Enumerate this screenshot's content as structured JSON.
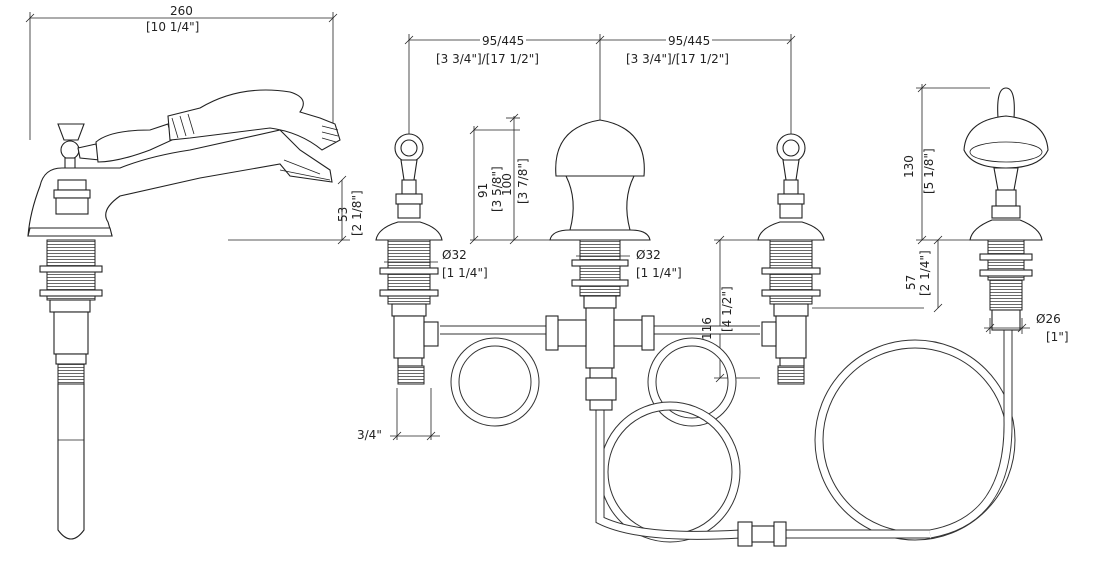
{
  "dimensions": {
    "overall_length": {
      "mm": "260",
      "inch": "[10 1/4\"]"
    },
    "spout_height": {
      "mm": "53",
      "inch": "[2 1/8\"]"
    },
    "centers_left": {
      "mm": "95/445",
      "inch": "[3 3/4\"]/[17 1/2\"]"
    },
    "centers_right": {
      "mm": "95/445",
      "inch": "[3 3/4\"]/[17 1/2\"]"
    },
    "valve_height": {
      "mm": "91",
      "inch": "[3 5/8\"]"
    },
    "spout_body_height": {
      "mm": "100",
      "inch": "[3 7/8\"]"
    },
    "shank_left": {
      "mm": "Ø32",
      "inch": "[1 1/4\"]"
    },
    "shank_center": {
      "mm": "Ø32",
      "inch": "[1 1/4\"]"
    },
    "shank_length": {
      "mm": "116",
      "inch": "[4 1/2\"]"
    },
    "handshower_height": {
      "mm": "130",
      "inch": "[5 1/8\"]"
    },
    "handshower_base": {
      "mm": "57",
      "inch": "[2 1/4\"]"
    },
    "handshower_shank": {
      "mm": "Ø26",
      "inch": "[1\"]"
    },
    "inlet": {
      "label": "3/4\""
    }
  },
  "line_color": "#222222"
}
